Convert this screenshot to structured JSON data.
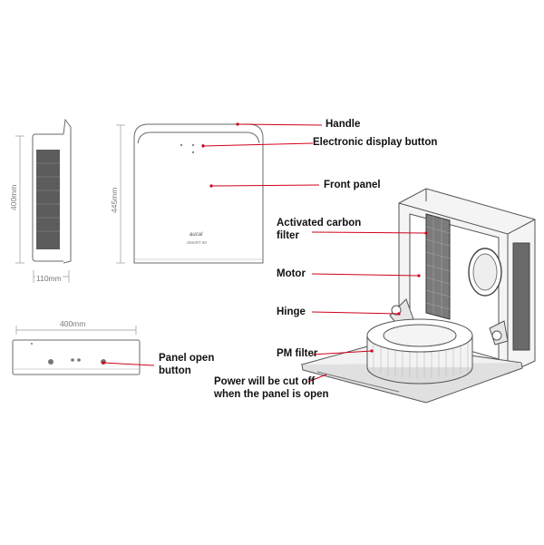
{
  "labels": {
    "handle": "Handle",
    "display_button": "Electronic display button",
    "front_panel": "Front panel",
    "carbon_filter_line1": "Activated carbon",
    "carbon_filter_line2": "filter",
    "motor": "Motor",
    "hinge": "Hinge",
    "pm_filter": "PM filter",
    "panel_open_line1": "Panel open",
    "panel_open_line2": "button",
    "power_cut_line1": "Power will be cut off",
    "power_cut_line2": "when the panel is open"
  },
  "dimensions": {
    "side_height": "400mm",
    "front_height": "445mm",
    "side_depth": "110mm",
    "top_width": "400mm"
  },
  "product_text": {
    "logo": "aucal",
    "model": "SMART 50"
  },
  "colors": {
    "leader_line": "#d0021b",
    "outline": "#5a5a5a",
    "dimension": "#888888"
  }
}
